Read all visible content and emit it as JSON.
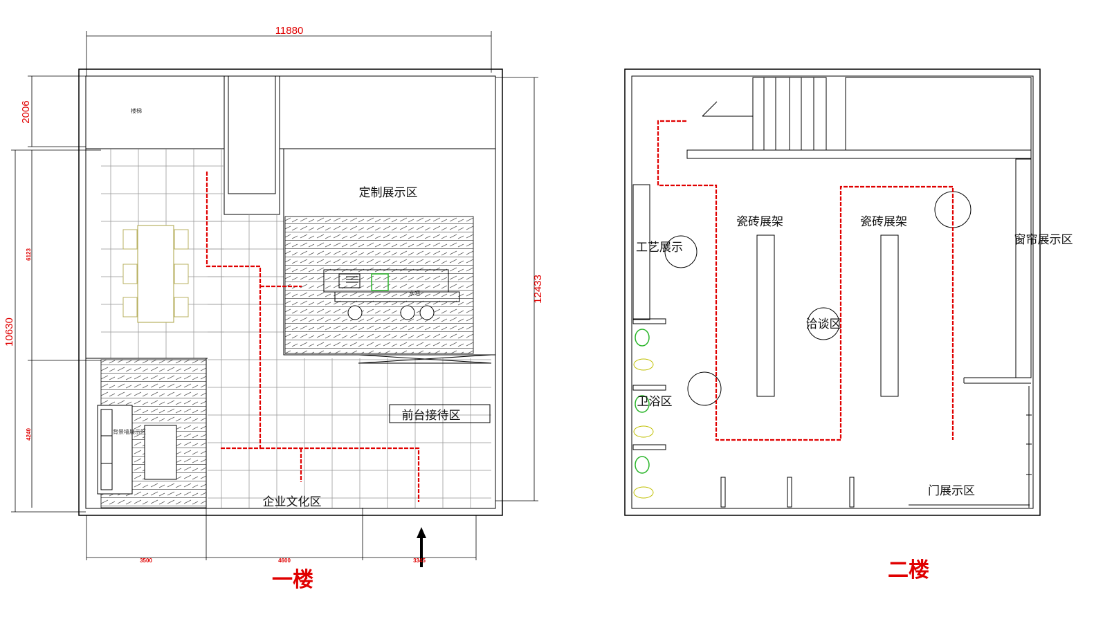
{
  "floor1": {
    "title": "一楼",
    "dims": {
      "top_width": "11880",
      "left_top": "2006",
      "left_total": "10630",
      "left_upper": "6123",
      "left_lower": "4240",
      "right_total": "12433",
      "bottom_1": "3500",
      "bottom_2": "4600",
      "bottom_3": "3345"
    },
    "zones": {
      "stairs": "楼梯",
      "custom_display": "定制展示区",
      "bar": "水吧",
      "reception": "前台接待区",
      "culture": "企业文化区",
      "background_wall": "背景墙展示区"
    }
  },
  "floor2": {
    "title": "二楼",
    "zones": {
      "craft": "工艺展示",
      "tile_rack_1": "瓷砖展架",
      "tile_rack_2": "瓷砖展架",
      "curtain": "窗帘展示区",
      "negotiation": "洽谈区",
      "bath": "卫浴区",
      "door_display": "门展示区"
    }
  },
  "colors": {
    "route": "#e00000",
    "dimension_text": "#e00000",
    "walls": "#000000"
  }
}
